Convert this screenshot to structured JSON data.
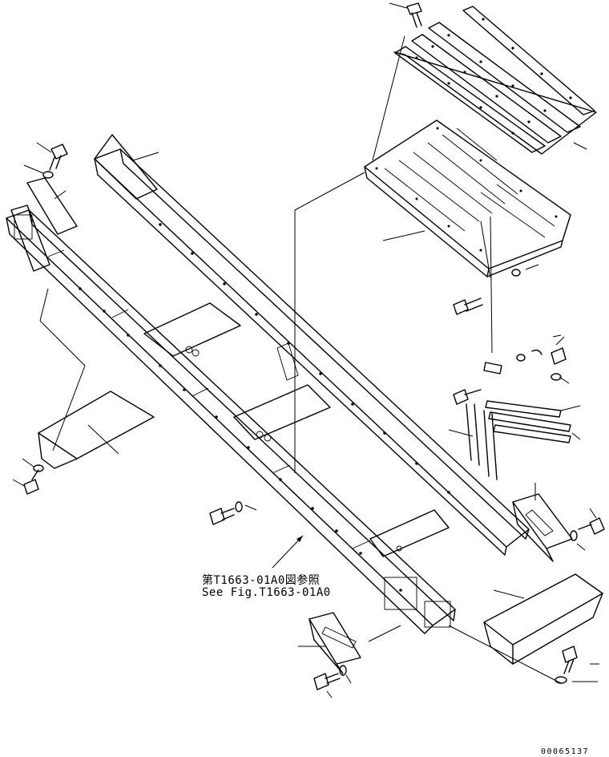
{
  "reference_note": {
    "japanese": "第T1663-01A0図参照",
    "english": "See Fig.T1663-01A0"
  },
  "drawing_number": "00065137",
  "line_color": "#000000",
  "background_color": "#ffffff"
}
